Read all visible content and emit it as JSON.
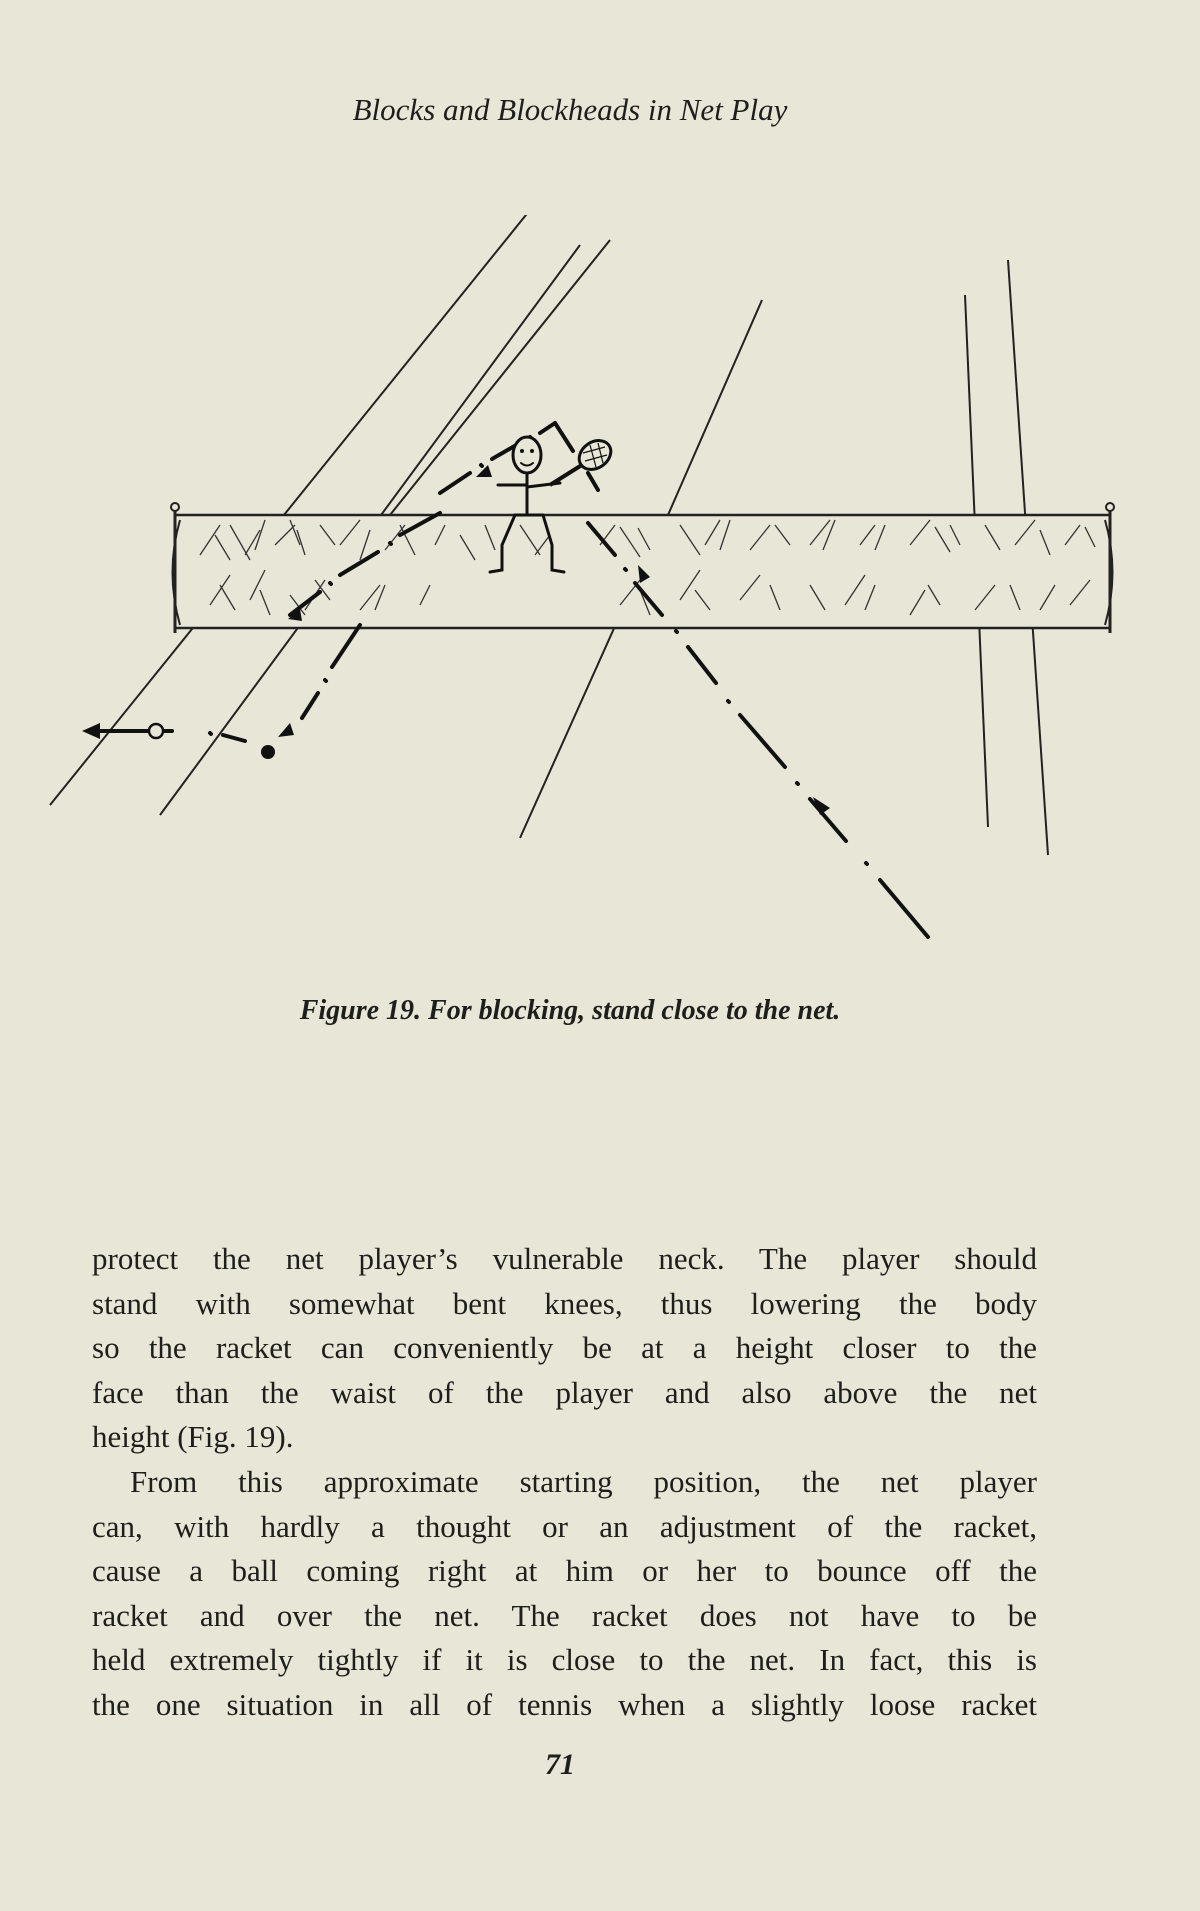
{
  "running_head": "Blocks and Blockheads in Net Play",
  "figure": {
    "caption": "Figure 19. For blocking, stand close to the net.",
    "icons": [
      "tennis-net",
      "stick-figure-player",
      "tennis-racket",
      "ball-path",
      "ball-open-circle",
      "ball-filled-circle",
      "arrow-left"
    ]
  },
  "body": {
    "lines": [
      "protect the net player’s vulnerable neck. The player should",
      "stand with somewhat bent knees, thus lowering the body",
      "so the racket can conveniently be at a height closer to the",
      "face than the waist of the player and also above the net",
      "height (Fig. 19).",
      "From this approximate starting position, the net player",
      "can, with hardly a thought or an adjustment of the racket,",
      "cause a ball coming right at him or her to bounce off the",
      "racket and over the net. The racket does not have to be",
      "held extremely tightly if it is close to the net. In fact, this is",
      "the one situation in all of tennis when a slightly loose racket"
    ]
  },
  "page_number": "71"
}
